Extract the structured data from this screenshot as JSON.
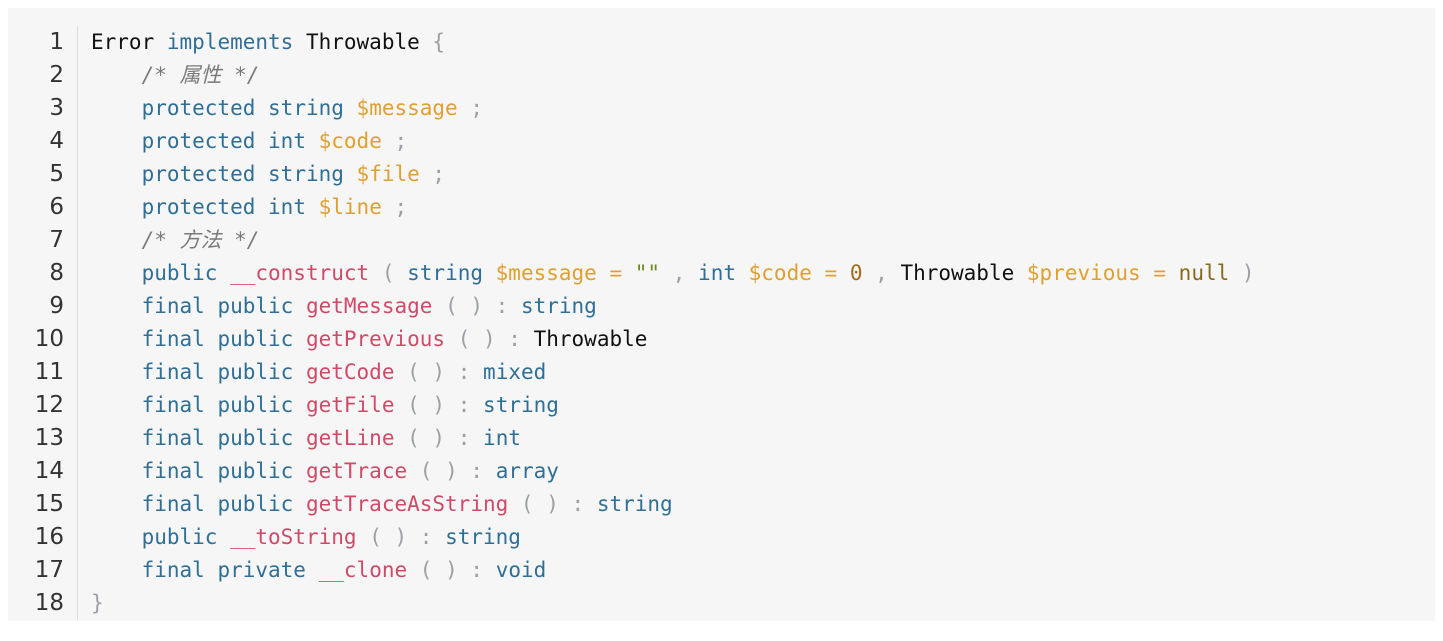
{
  "lines": [
    {
      "number": "1",
      "tokens": [
        {
          "text": "Error",
          "type": "plain"
        },
        {
          "text": " ",
          "type": "plain"
        },
        {
          "text": "implements",
          "type": "kw"
        },
        {
          "text": " ",
          "type": "plain"
        },
        {
          "text": "Throwable",
          "type": "plain"
        },
        {
          "text": " ",
          "type": "plain"
        },
        {
          "text": "{",
          "type": "punct"
        }
      ]
    },
    {
      "number": "2",
      "tokens": [
        {
          "text": "    ",
          "type": "plain"
        },
        {
          "text": "/* 属性 */",
          "type": "comment"
        }
      ]
    },
    {
      "number": "3",
      "tokens": [
        {
          "text": "    ",
          "type": "plain"
        },
        {
          "text": "protected",
          "type": "kw"
        },
        {
          "text": " ",
          "type": "plain"
        },
        {
          "text": "string",
          "type": "kw"
        },
        {
          "text": " ",
          "type": "plain"
        },
        {
          "text": "$message",
          "type": "var"
        },
        {
          "text": " ",
          "type": "plain"
        },
        {
          "text": ";",
          "type": "punct"
        }
      ]
    },
    {
      "number": "4",
      "tokens": [
        {
          "text": "    ",
          "type": "plain"
        },
        {
          "text": "protected",
          "type": "kw"
        },
        {
          "text": " ",
          "type": "plain"
        },
        {
          "text": "int",
          "type": "kw"
        },
        {
          "text": " ",
          "type": "plain"
        },
        {
          "text": "$code",
          "type": "var"
        },
        {
          "text": " ",
          "type": "plain"
        },
        {
          "text": ";",
          "type": "punct"
        }
      ]
    },
    {
      "number": "5",
      "tokens": [
        {
          "text": "    ",
          "type": "plain"
        },
        {
          "text": "protected",
          "type": "kw"
        },
        {
          "text": " ",
          "type": "plain"
        },
        {
          "text": "string",
          "type": "kw"
        },
        {
          "text": " ",
          "type": "plain"
        },
        {
          "text": "$file",
          "type": "var"
        },
        {
          "text": " ",
          "type": "plain"
        },
        {
          "text": ";",
          "type": "punct"
        }
      ]
    },
    {
      "number": "6",
      "tokens": [
        {
          "text": "    ",
          "type": "plain"
        },
        {
          "text": "protected",
          "type": "kw"
        },
        {
          "text": " ",
          "type": "plain"
        },
        {
          "text": "int",
          "type": "kw"
        },
        {
          "text": " ",
          "type": "plain"
        },
        {
          "text": "$line",
          "type": "var"
        },
        {
          "text": " ",
          "type": "plain"
        },
        {
          "text": ";",
          "type": "punct"
        }
      ]
    },
    {
      "number": "7",
      "tokens": [
        {
          "text": "    ",
          "type": "plain"
        },
        {
          "text": "/* 方法 */",
          "type": "comment"
        }
      ]
    },
    {
      "number": "8",
      "tokens": [
        {
          "text": "    ",
          "type": "plain"
        },
        {
          "text": "public",
          "type": "kw"
        },
        {
          "text": " ",
          "type": "plain"
        },
        {
          "text": "__construct",
          "type": "func"
        },
        {
          "text": " ",
          "type": "plain"
        },
        {
          "text": "(",
          "type": "punct"
        },
        {
          "text": " ",
          "type": "plain"
        },
        {
          "text": "string",
          "type": "kw"
        },
        {
          "text": " ",
          "type": "plain"
        },
        {
          "text": "$message",
          "type": "var"
        },
        {
          "text": " ",
          "type": "plain"
        },
        {
          "text": "=",
          "type": "var"
        },
        {
          "text": " ",
          "type": "plain"
        },
        {
          "text": "\"\"",
          "type": "str"
        },
        {
          "text": " ",
          "type": "plain"
        },
        {
          "text": ",",
          "type": "punct"
        },
        {
          "text": " ",
          "type": "plain"
        },
        {
          "text": "int",
          "type": "kw"
        },
        {
          "text": " ",
          "type": "plain"
        },
        {
          "text": "$code",
          "type": "var"
        },
        {
          "text": " ",
          "type": "plain"
        },
        {
          "text": "=",
          "type": "var"
        },
        {
          "text": " ",
          "type": "plain"
        },
        {
          "text": "0",
          "type": "num"
        },
        {
          "text": " ",
          "type": "plain"
        },
        {
          "text": ",",
          "type": "punct"
        },
        {
          "text": " ",
          "type": "plain"
        },
        {
          "text": "Throwable",
          "type": "plain"
        },
        {
          "text": " ",
          "type": "plain"
        },
        {
          "text": "$previous",
          "type": "var"
        },
        {
          "text": " ",
          "type": "plain"
        },
        {
          "text": "=",
          "type": "var"
        },
        {
          "text": " ",
          "type": "plain"
        },
        {
          "text": "null",
          "type": "null"
        },
        {
          "text": " ",
          "type": "plain"
        },
        {
          "text": ")",
          "type": "punct"
        }
      ]
    },
    {
      "number": "9",
      "tokens": [
        {
          "text": "    ",
          "type": "plain"
        },
        {
          "text": "final",
          "type": "kw"
        },
        {
          "text": " ",
          "type": "plain"
        },
        {
          "text": "public",
          "type": "kw"
        },
        {
          "text": " ",
          "type": "plain"
        },
        {
          "text": "getMessage",
          "type": "func"
        },
        {
          "text": " ",
          "type": "plain"
        },
        {
          "text": "( )",
          "type": "punct"
        },
        {
          "text": " ",
          "type": "plain"
        },
        {
          "text": ":",
          "type": "punct"
        },
        {
          "text": " ",
          "type": "plain"
        },
        {
          "text": "string",
          "type": "kw"
        }
      ]
    },
    {
      "number": "10",
      "tokens": [
        {
          "text": "    ",
          "type": "plain"
        },
        {
          "text": "final",
          "type": "kw"
        },
        {
          "text": " ",
          "type": "plain"
        },
        {
          "text": "public",
          "type": "kw"
        },
        {
          "text": " ",
          "type": "plain"
        },
        {
          "text": "getPrevious",
          "type": "func"
        },
        {
          "text": " ",
          "type": "plain"
        },
        {
          "text": "( )",
          "type": "punct"
        },
        {
          "text": " ",
          "type": "plain"
        },
        {
          "text": ":",
          "type": "punct"
        },
        {
          "text": " ",
          "type": "plain"
        },
        {
          "text": "Throwable",
          "type": "plain"
        }
      ]
    },
    {
      "number": "11",
      "tokens": [
        {
          "text": "    ",
          "type": "plain"
        },
        {
          "text": "final",
          "type": "kw"
        },
        {
          "text": " ",
          "type": "plain"
        },
        {
          "text": "public",
          "type": "kw"
        },
        {
          "text": " ",
          "type": "plain"
        },
        {
          "text": "getCode",
          "type": "func"
        },
        {
          "text": " ",
          "type": "plain"
        },
        {
          "text": "( )",
          "type": "punct"
        },
        {
          "text": " ",
          "type": "plain"
        },
        {
          "text": ":",
          "type": "punct"
        },
        {
          "text": " ",
          "type": "plain"
        },
        {
          "text": "mixed",
          "type": "kw"
        }
      ]
    },
    {
      "number": "12",
      "tokens": [
        {
          "text": "    ",
          "type": "plain"
        },
        {
          "text": "final",
          "type": "kw"
        },
        {
          "text": " ",
          "type": "plain"
        },
        {
          "text": "public",
          "type": "kw"
        },
        {
          "text": " ",
          "type": "plain"
        },
        {
          "text": "getFile",
          "type": "func"
        },
        {
          "text": " ",
          "type": "plain"
        },
        {
          "text": "( )",
          "type": "punct"
        },
        {
          "text": " ",
          "type": "plain"
        },
        {
          "text": ":",
          "type": "punct"
        },
        {
          "text": " ",
          "type": "plain"
        },
        {
          "text": "string",
          "type": "kw"
        }
      ]
    },
    {
      "number": "13",
      "tokens": [
        {
          "text": "    ",
          "type": "plain"
        },
        {
          "text": "final",
          "type": "kw"
        },
        {
          "text": " ",
          "type": "plain"
        },
        {
          "text": "public",
          "type": "kw"
        },
        {
          "text": " ",
          "type": "plain"
        },
        {
          "text": "getLine",
          "type": "func"
        },
        {
          "text": " ",
          "type": "plain"
        },
        {
          "text": "( )",
          "type": "punct"
        },
        {
          "text": " ",
          "type": "plain"
        },
        {
          "text": ":",
          "type": "punct"
        },
        {
          "text": " ",
          "type": "plain"
        },
        {
          "text": "int",
          "type": "kw"
        }
      ]
    },
    {
      "number": "14",
      "tokens": [
        {
          "text": "    ",
          "type": "plain"
        },
        {
          "text": "final",
          "type": "kw"
        },
        {
          "text": " ",
          "type": "plain"
        },
        {
          "text": "public",
          "type": "kw"
        },
        {
          "text": " ",
          "type": "plain"
        },
        {
          "text": "getTrace",
          "type": "func"
        },
        {
          "text": " ",
          "type": "plain"
        },
        {
          "text": "( )",
          "type": "punct"
        },
        {
          "text": " ",
          "type": "plain"
        },
        {
          "text": ":",
          "type": "punct"
        },
        {
          "text": " ",
          "type": "plain"
        },
        {
          "text": "array",
          "type": "kw"
        }
      ]
    },
    {
      "number": "15",
      "tokens": [
        {
          "text": "    ",
          "type": "plain"
        },
        {
          "text": "final",
          "type": "kw"
        },
        {
          "text": " ",
          "type": "plain"
        },
        {
          "text": "public",
          "type": "kw"
        },
        {
          "text": " ",
          "type": "plain"
        },
        {
          "text": "getTraceAsString",
          "type": "func"
        },
        {
          "text": " ",
          "type": "plain"
        },
        {
          "text": "( )",
          "type": "punct"
        },
        {
          "text": " ",
          "type": "plain"
        },
        {
          "text": ":",
          "type": "punct"
        },
        {
          "text": " ",
          "type": "plain"
        },
        {
          "text": "string",
          "type": "kw"
        }
      ]
    },
    {
      "number": "16",
      "tokens": [
        {
          "text": "    ",
          "type": "plain"
        },
        {
          "text": "public",
          "type": "kw"
        },
        {
          "text": " ",
          "type": "plain"
        },
        {
          "text": "__toString",
          "type": "func"
        },
        {
          "text": " ",
          "type": "plain"
        },
        {
          "text": "( )",
          "type": "punct"
        },
        {
          "text": " ",
          "type": "plain"
        },
        {
          "text": ":",
          "type": "punct"
        },
        {
          "text": " ",
          "type": "plain"
        },
        {
          "text": "string",
          "type": "kw"
        }
      ]
    },
    {
      "number": "17",
      "tokens": [
        {
          "text": "    ",
          "type": "plain"
        },
        {
          "text": "final",
          "type": "kw"
        },
        {
          "text": " ",
          "type": "plain"
        },
        {
          "text": "private",
          "type": "kw"
        },
        {
          "text": " ",
          "type": "plain"
        },
        {
          "text": "__clone",
          "type": "func"
        },
        {
          "text": " ",
          "type": "plain"
        },
        {
          "text": "( )",
          "type": "punct"
        },
        {
          "text": " ",
          "type": "plain"
        },
        {
          "text": ":",
          "type": "punct"
        },
        {
          "text": " ",
          "type": "plain"
        },
        {
          "text": "void",
          "type": "kw"
        }
      ]
    },
    {
      "number": "18",
      "tokens": [
        {
          "text": "}",
          "type": "punct"
        }
      ]
    }
  ],
  "colors": {
    "background": "#f6f6f6",
    "keyword": "#2f6f96",
    "variable": "#e0a02f",
    "function": "#d04a68",
    "comment": "#7a7a7a",
    "punctuation": "#9aa0a6",
    "plain": "#111111"
  }
}
